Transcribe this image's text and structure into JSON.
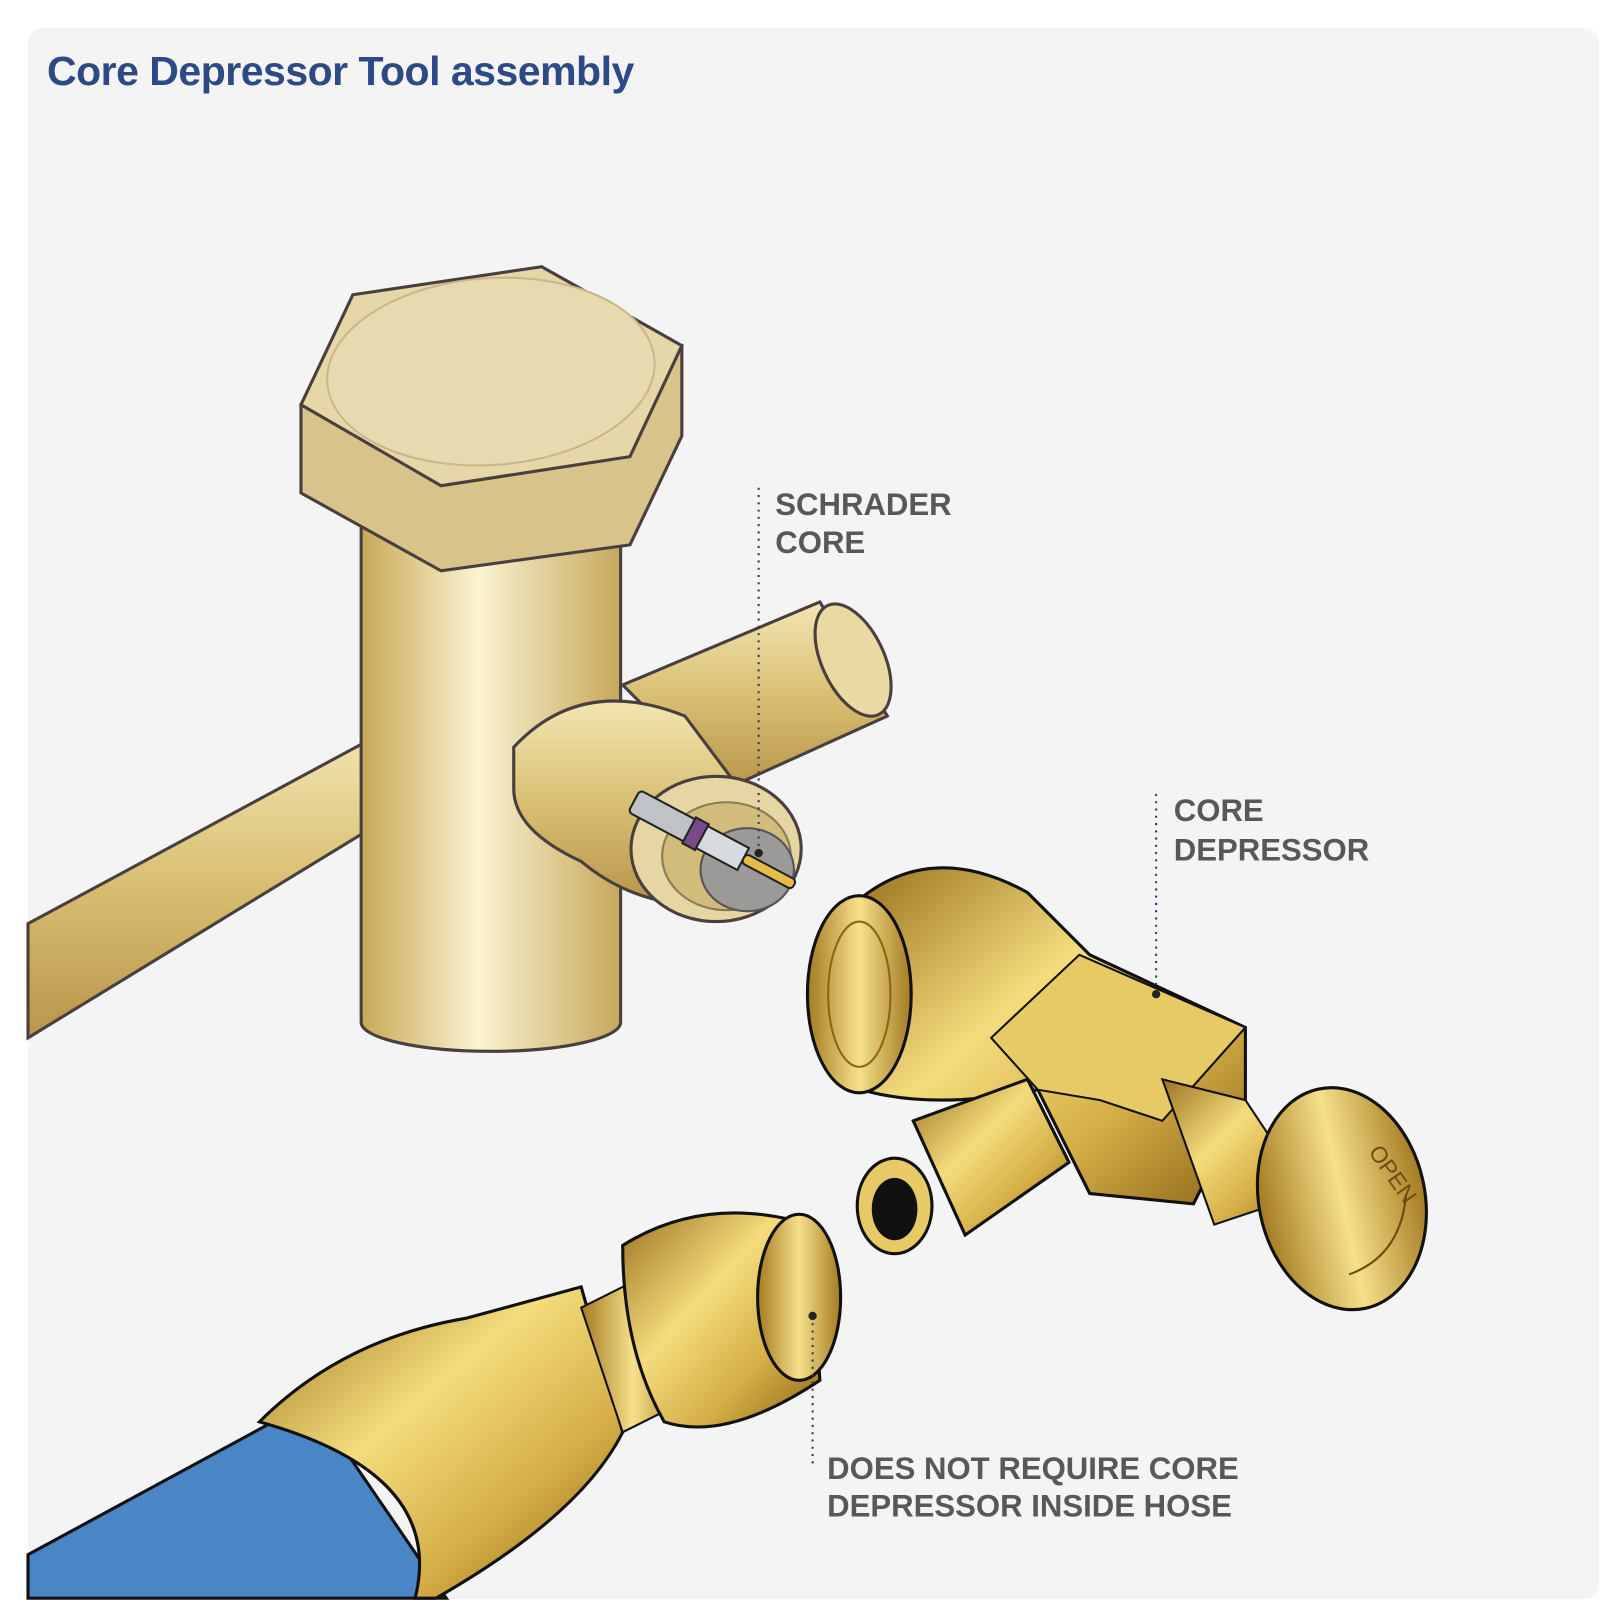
{
  "title": "Core Depressor Tool assembly",
  "labels": {
    "schrader_core": [
      "SCHRADER",
      "CORE"
    ],
    "core_depressor": [
      "CORE",
      "DEPRESSOR"
    ],
    "hose_note": [
      "DOES NOT REQUIRE CORE",
      "DEPRESSOR INSIDE HOSE"
    ]
  },
  "cap_marking": "OPEN",
  "colors": {
    "title": "#2d4a86",
    "brass": "#d9bf6a",
    "hose": "#4a86c5",
    "label": "#58585a",
    "background": "#f4f4f4"
  }
}
